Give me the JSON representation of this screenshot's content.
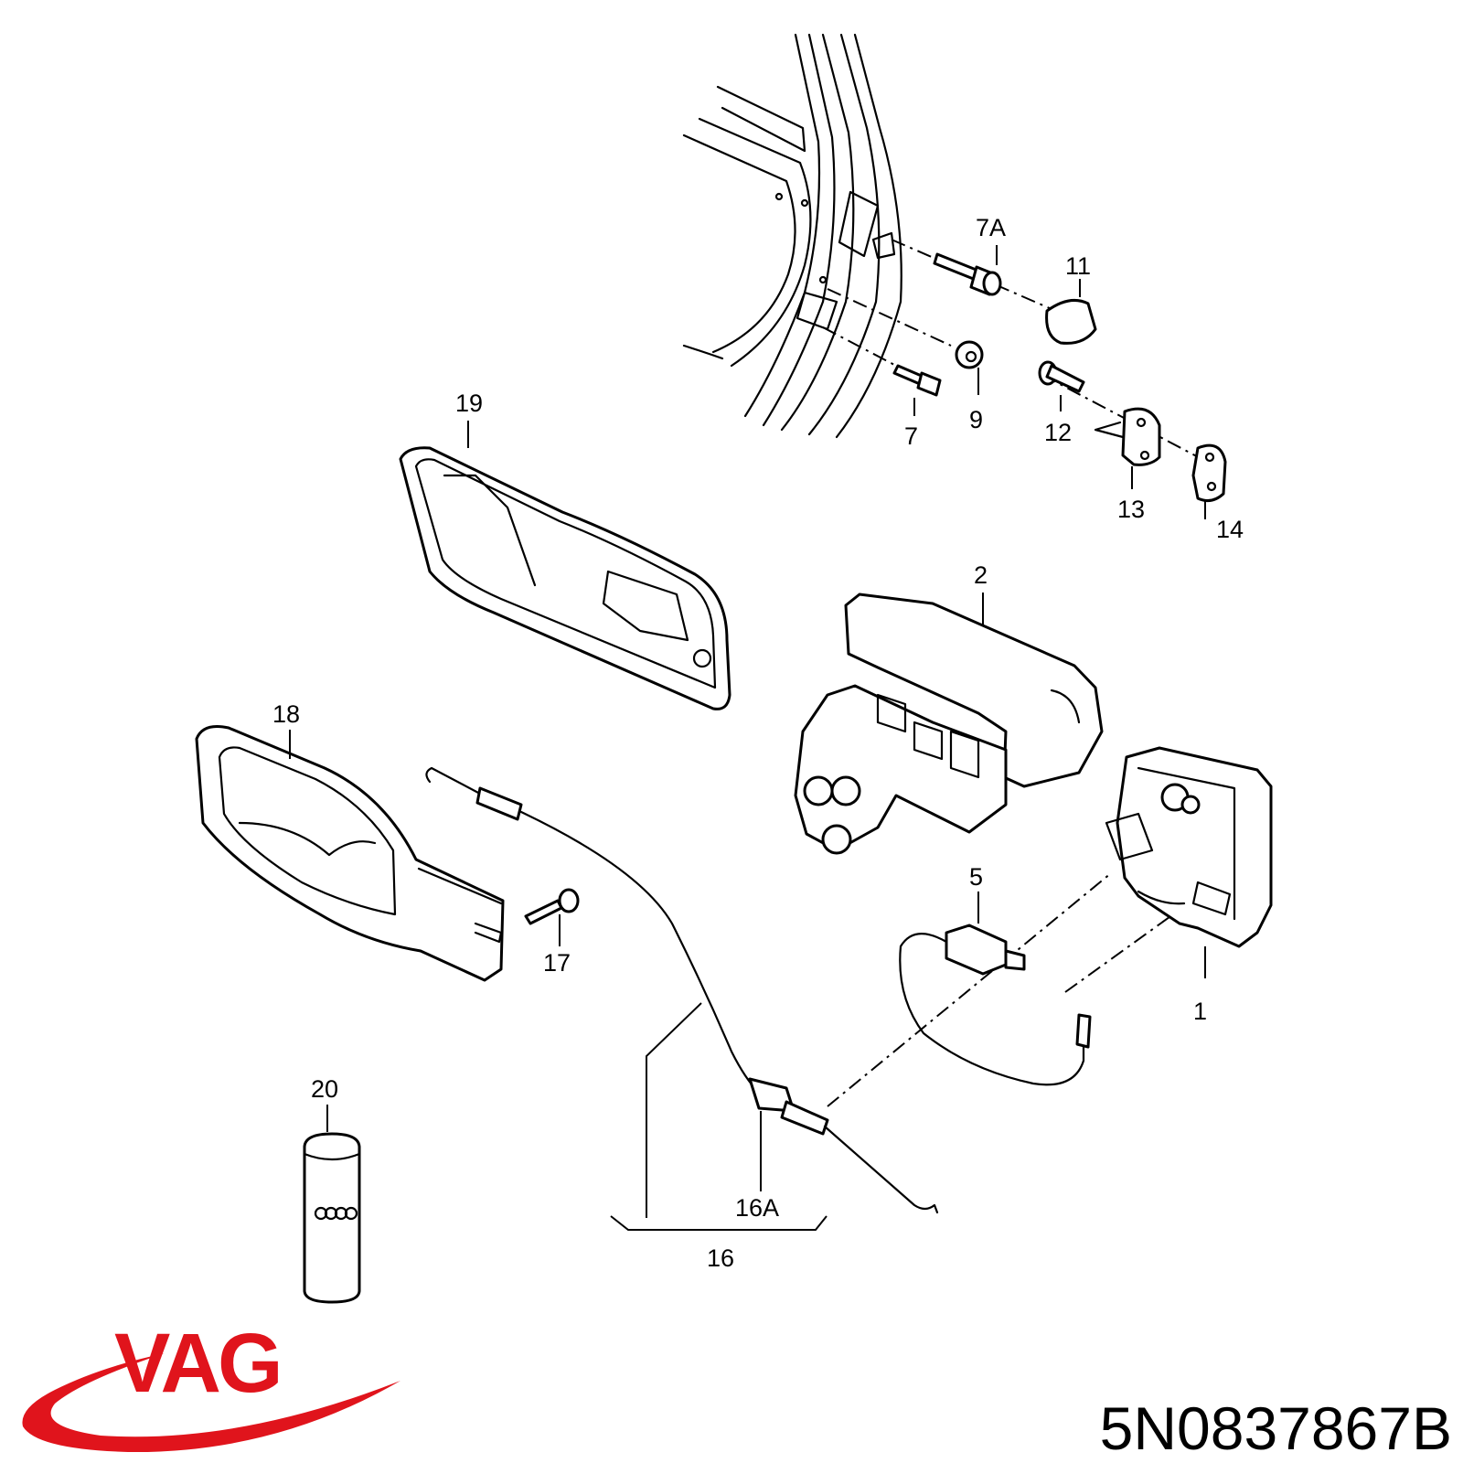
{
  "callouts": [
    {
      "id": "1",
      "label": "1"
    },
    {
      "id": "2",
      "label": "2"
    },
    {
      "id": "5",
      "label": "5"
    },
    {
      "id": "7",
      "label": "7"
    },
    {
      "id": "7a",
      "label": "7A"
    },
    {
      "id": "9",
      "label": "9"
    },
    {
      "id": "11",
      "label": "11"
    },
    {
      "id": "12",
      "label": "12"
    },
    {
      "id": "13",
      "label": "13"
    },
    {
      "id": "14",
      "label": "14"
    },
    {
      "id": "16",
      "label": "16"
    },
    {
      "id": "16a",
      "label": "16A"
    },
    {
      "id": "17",
      "label": "17"
    },
    {
      "id": "18",
      "label": "18"
    },
    {
      "id": "19",
      "label": "19"
    },
    {
      "id": "20",
      "label": "20"
    }
  ],
  "brand": {
    "name": "VAG",
    "color": "#e0141c",
    "logo_icon": "vag-swoosh-logo"
  },
  "part_number": "5N0837867B",
  "can_icon": "audi-rings-icon"
}
